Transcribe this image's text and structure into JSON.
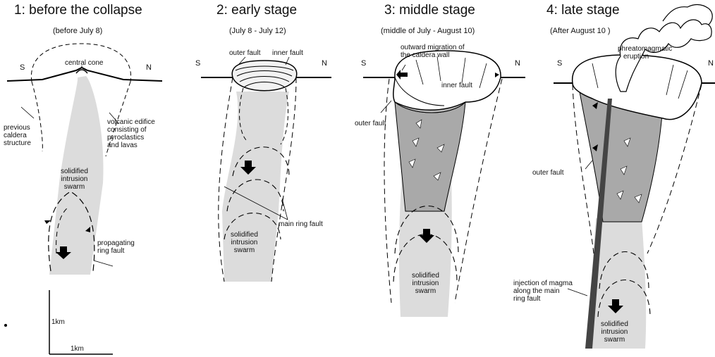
{
  "panels": [
    {
      "title": "1: before the collapse",
      "subtitle": "(before  July 8)",
      "dir_left": "S",
      "dir_right": "N",
      "labels": {
        "central_cone": "central cone",
        "previous_caldera": [
          "previous",
          "caldera",
          "structure"
        ],
        "volcanic_edifice": [
          "volcanic edifice",
          "consisting of",
          "pyroclastics",
          "and lavas"
        ],
        "intrusion": [
          "solidified",
          "intrusion",
          "swarm"
        ],
        "propagating": [
          "propagating",
          "ring fault"
        ]
      }
    },
    {
      "title": "2: early stage",
      "subtitle": "(July 8 - July 12)",
      "dir_left": "S",
      "dir_right": "N",
      "labels": {
        "outer_fault": "outer fault",
        "inner_fault": "inner fault",
        "main_ring_fault": "main ring fault",
        "intrusion": [
          "solidified",
          "intrusion",
          "swarm"
        ]
      }
    },
    {
      "title": "3: middle stage",
      "subtitle": "(middle of July - August 10)",
      "dir_left": "S",
      "dir_right": "N",
      "labels": {
        "migration": [
          "outward migration of",
          "the caldera wall"
        ],
        "inner_fault": "inner fault",
        "outer_fault": "outer fault",
        "intrusion": [
          "solidified",
          "intrusion",
          "swarm"
        ]
      }
    },
    {
      "title": "4: late stage",
      "subtitle": "(After August 10 )",
      "dir_left": "S",
      "dir_right": "N",
      "labels": {
        "phreatomagmatic": [
          "phreatomagmatic",
          "eruption"
        ],
        "outer_fault": "outer fault",
        "injection": [
          "injection of magma",
          "along the main",
          "ring fault"
        ],
        "intrusion": [
          "solidified",
          "intrusion",
          "swarm"
        ]
      }
    }
  ],
  "scale": {
    "vertical": "1km",
    "horizontal": "1km"
  }
}
